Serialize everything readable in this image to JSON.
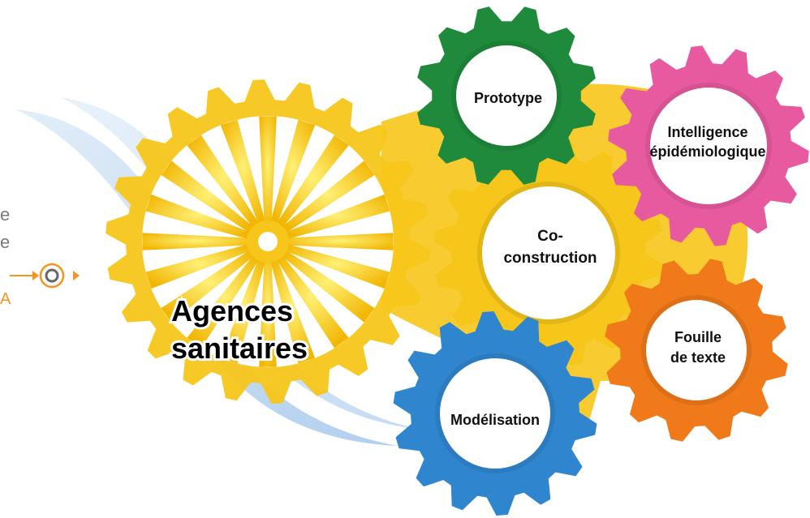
{
  "big_label": {
    "line1": "Agences",
    "line2": "sanitaires"
  },
  "gears": {
    "prototype": {
      "label": "Prototype",
      "color": "#1f8a3c"
    },
    "intelligence": {
      "line1": "Intelligence",
      "line2": "épidémiologique",
      "color": "#e85aa0"
    },
    "coconstruction": {
      "line1": "Co-",
      "line2": "construction",
      "color": "#f7c61a"
    },
    "fouille": {
      "line1": "Fouille",
      "line2": "de texte",
      "color": "#f07a1a"
    },
    "modelisation": {
      "label": "Modélisation",
      "color": "#2f86cf"
    },
    "sun": {
      "color": "#f7c61a"
    }
  },
  "logo": {
    "line1": "e",
    "line2": "e",
    "line3": "A",
    "accent": "#f7941d"
  }
}
